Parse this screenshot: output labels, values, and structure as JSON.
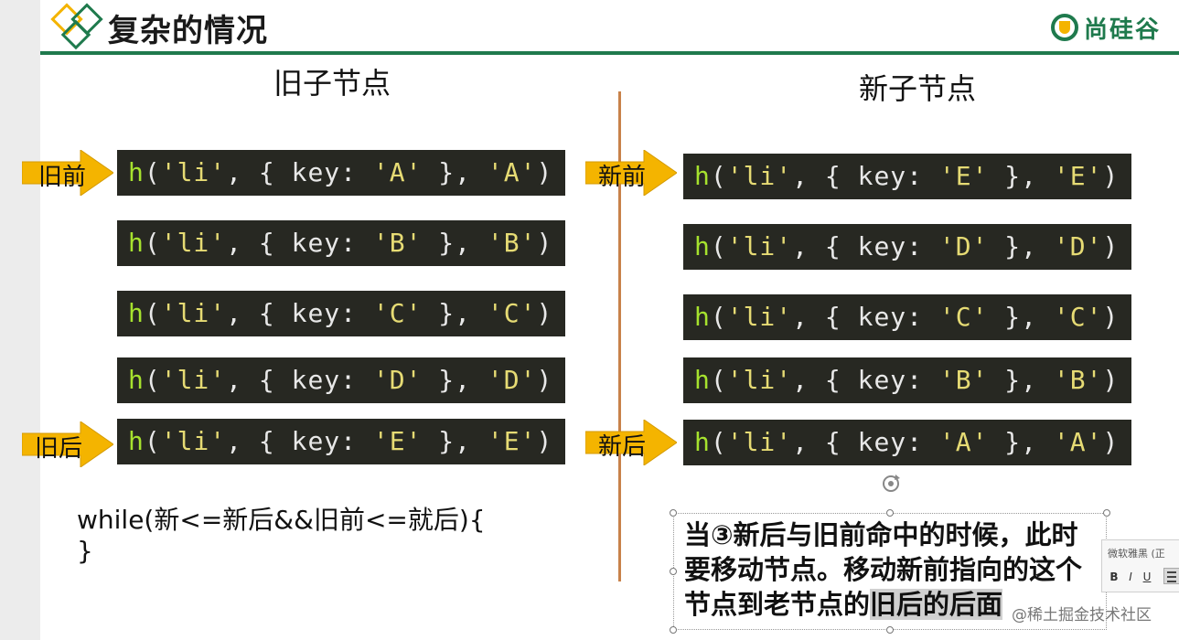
{
  "header": {
    "title": "复杂的情况",
    "brand": "尚硅谷"
  },
  "old_column": {
    "title": "旧子节点",
    "rows": [
      {
        "fn": "h",
        "tag": "'li'",
        "key": "'A'",
        "text": "'A'"
      },
      {
        "fn": "h",
        "tag": "'li'",
        "key": "'B'",
        "text": "'B'"
      },
      {
        "fn": "h",
        "tag": "'li'",
        "key": "'C'",
        "text": "'C'"
      },
      {
        "fn": "h",
        "tag": "'li'",
        "key": "'D'",
        "text": "'D'"
      },
      {
        "fn": "h",
        "tag": "'li'",
        "key": "'E'",
        "text": "'E'"
      }
    ],
    "pointer_start": "旧前",
    "pointer_end": "旧后"
  },
  "new_column": {
    "title": "新子节点",
    "rows": [
      {
        "fn": "h",
        "tag": "'li'",
        "key": "'E'",
        "text": "'E'"
      },
      {
        "fn": "h",
        "tag": "'li'",
        "key": "'D'",
        "text": "'D'"
      },
      {
        "fn": "h",
        "tag": "'li'",
        "key": "'C'",
        "text": "'C'"
      },
      {
        "fn": "h",
        "tag": "'li'",
        "key": "'B'",
        "text": "'B'"
      },
      {
        "fn": "h",
        "tag": "'li'",
        "key": "'A'",
        "text": "'A'"
      }
    ],
    "pointer_start": "新前",
    "pointer_end": "新后"
  },
  "loop": {
    "line1": "while(新<=新后&&旧前<=就后){",
    "line2": "}"
  },
  "note": {
    "before": "当③新后与旧前命中的时候，此时要移动节点。移动新前指向的这个节点到老节点的",
    "highlight": "旧后的后面"
  },
  "toolbar": {
    "font": "微软雅黑 (正",
    "bold": "B",
    "italic": "I",
    "underline": "U"
  },
  "watermark": "@稀土掘金技术社区",
  "colors": {
    "accent_green": "#1f7a4d",
    "arrow_fill": "#f4b400",
    "code_bg": "#272822",
    "divider": "#c8824a"
  }
}
